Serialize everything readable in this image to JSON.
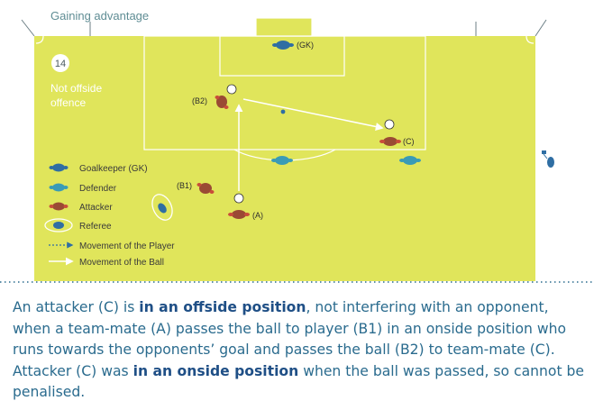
{
  "diagram": {
    "title": "Gaining advantage",
    "number": "14",
    "subtitle_line1": "Not offside",
    "subtitle_line2": "offence",
    "labels": {
      "gk": "(GK)",
      "b2": "(B2)",
      "b1": "(B1)",
      "a": "(A)",
      "c": "(C)"
    },
    "legend": {
      "goalkeeper": "Goalkeeper (GK)",
      "defender": "Defender",
      "attacker": "Attacker",
      "referee": "Referee",
      "player_movement": "Movement of the Player",
      "ball_movement": "Movement of the Ball"
    },
    "colors": {
      "pitch": "#e0e55b",
      "lines": "#ffffff",
      "defender": "#3a9bb6",
      "goalkeeper": "#2f6ea3",
      "attacker": "#9a4a34",
      "title": "#5f8d94"
    }
  },
  "caption": {
    "p1": "An attacker (C) is ",
    "b1": "in an offside position",
    "p2": ", not interfering with an opponent, when a team-mate (A) passes the ball to player (B1) in an onside position who runs towards the opponents’ goal and passes the ball (B2) to team-mate (C). Attacker (C) was ",
    "b2": "in an onside position",
    "p3": " when the ball was passed, so cannot be penalised."
  }
}
